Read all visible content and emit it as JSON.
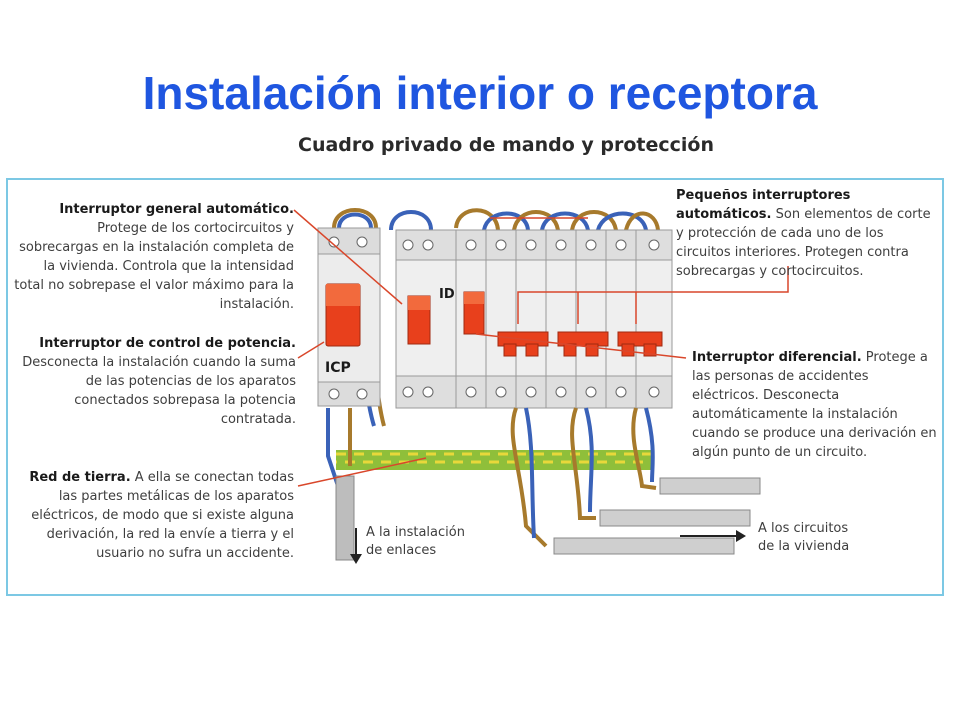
{
  "slide": {
    "title": "Instalación interior o receptora"
  },
  "figure": {
    "title": "Cuadro privado de mando y protección",
    "labels": {
      "icp": "ICP",
      "id": "ID"
    },
    "notes": {
      "igm": {
        "heading": "Interruptor general automático.",
        "body": "Protege de los cortocircuitos y sobrecargas en la instalación completa de la vivienda. Controla que la intensidad total no sobrepase el valor máximo para la instalación."
      },
      "icp": {
        "heading": "Interruptor de control de potencia.",
        "body": "Desconecta la instalación cuando la suma de las potencias de los aparatos conectados sobrepasa la potencia contratada."
      },
      "tierra": {
        "heading": "Red de tierra.",
        "body": "A ella se conectan todas las partes metálicas de los aparatos eléctricos, de modo que si existe alguna derivación, la red la envíe a tierra y el usuario no sufra un accidente."
      },
      "pia": {
        "heading": "Pequeños interruptores automáticos.",
        "body": "Son elementos de corte y protección de cada uno de los circuitos interiores. Protegen contra sobrecargas y cortocircuitos."
      },
      "diferencial": {
        "heading": "Interruptor diferencial.",
        "body": "Protege a las personas de accidentes eléctricos. Desconecta automáticamente la instalación cuando se produce una derivación en algún punto de un circuito."
      }
    },
    "arrows": {
      "enlaces": "A la instalación de enlaces",
      "circuitos": "A los circuitos de la vivienda"
    }
  },
  "colors": {
    "title": "#1f56e0",
    "frame": "#7cc8e4",
    "leader": "#d9472b",
    "breaker": "#e8401c",
    "wire_blue": "#3a62b8",
    "wire_brown": "#a77a2c",
    "earth_green": "#8fbf3a",
    "earth_yellow": "#e8d83a"
  }
}
